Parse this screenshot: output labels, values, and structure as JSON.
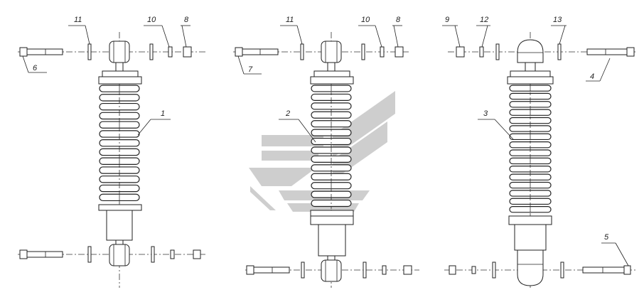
{
  "callouts": {
    "c1": "1",
    "c2": "2",
    "c3": "3",
    "c4": "4",
    "c5": "5",
    "c6": "6",
    "c7": "7",
    "c8a": "8",
    "c8b": "8",
    "c9": "9",
    "c10a": "10",
    "c10b": "10",
    "c11a": "11",
    "c11b": "11",
    "c12": "12",
    "c13": "13"
  },
  "colors": {
    "line": "#222222",
    "watermark": "#bdbdbd",
    "background": "#ffffff"
  },
  "assemblies": [
    {
      "id": "assembly-1",
      "coil_turns": 13
    },
    {
      "id": "assembly-2",
      "coil_turns": 14
    },
    {
      "id": "assembly-3",
      "coil_turns": 16
    }
  ]
}
